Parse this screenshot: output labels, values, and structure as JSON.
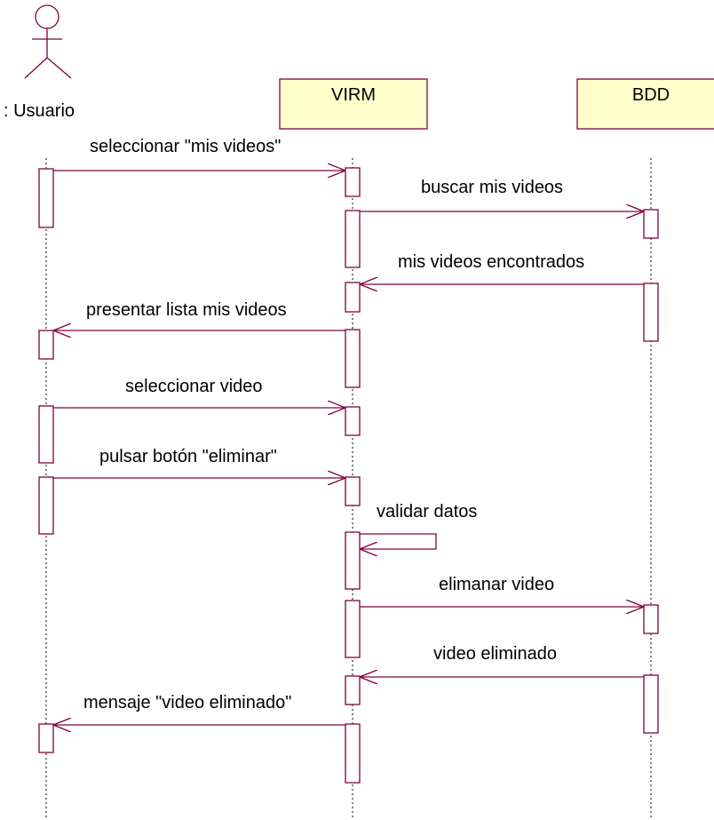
{
  "participants": {
    "actor": {
      "name": ": Usuario"
    },
    "virm": {
      "name": "VIRM"
    },
    "bdd": {
      "name": "BDD"
    }
  },
  "messages": [
    "seleccionar \"mis videos\"",
    "buscar mis videos",
    "mis videos encontrados",
    "presentar lista mis videos",
    "seleccionar video",
    "pulsar botón \"eliminar\"",
    "validar datos",
    "elimanar video",
    "video eliminado",
    "mensaje \"video eliminado\""
  ],
  "colors": {
    "line": "#800040",
    "box_fill": "#ffffcc",
    "text": "#000000"
  }
}
